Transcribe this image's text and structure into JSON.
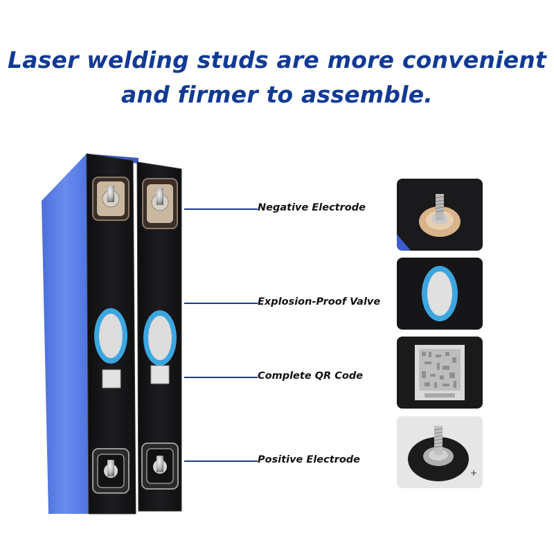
{
  "headline": {
    "line1": "Laser welding studs are more convenient",
    "line2": "and firmer to assemble."
  },
  "callouts": [
    {
      "label": "Negative Electrode"
    },
    {
      "label": "Explosion-Proof Valve"
    },
    {
      "label": "Complete QR Code"
    },
    {
      "label": "Positive Electrode"
    }
  ],
  "colors": {
    "headline": "#113a94",
    "cell_side": "#5a7ee6",
    "cell_face": "#151515",
    "leader_line": "#1a3a8a",
    "valve": "#3ba6e0"
  },
  "icons": {
    "negative": "terminal-stud-copper-icon",
    "valve": "explosion-valve-icon",
    "qr": "qr-code-icon",
    "positive": "terminal-stud-steel-icon"
  }
}
